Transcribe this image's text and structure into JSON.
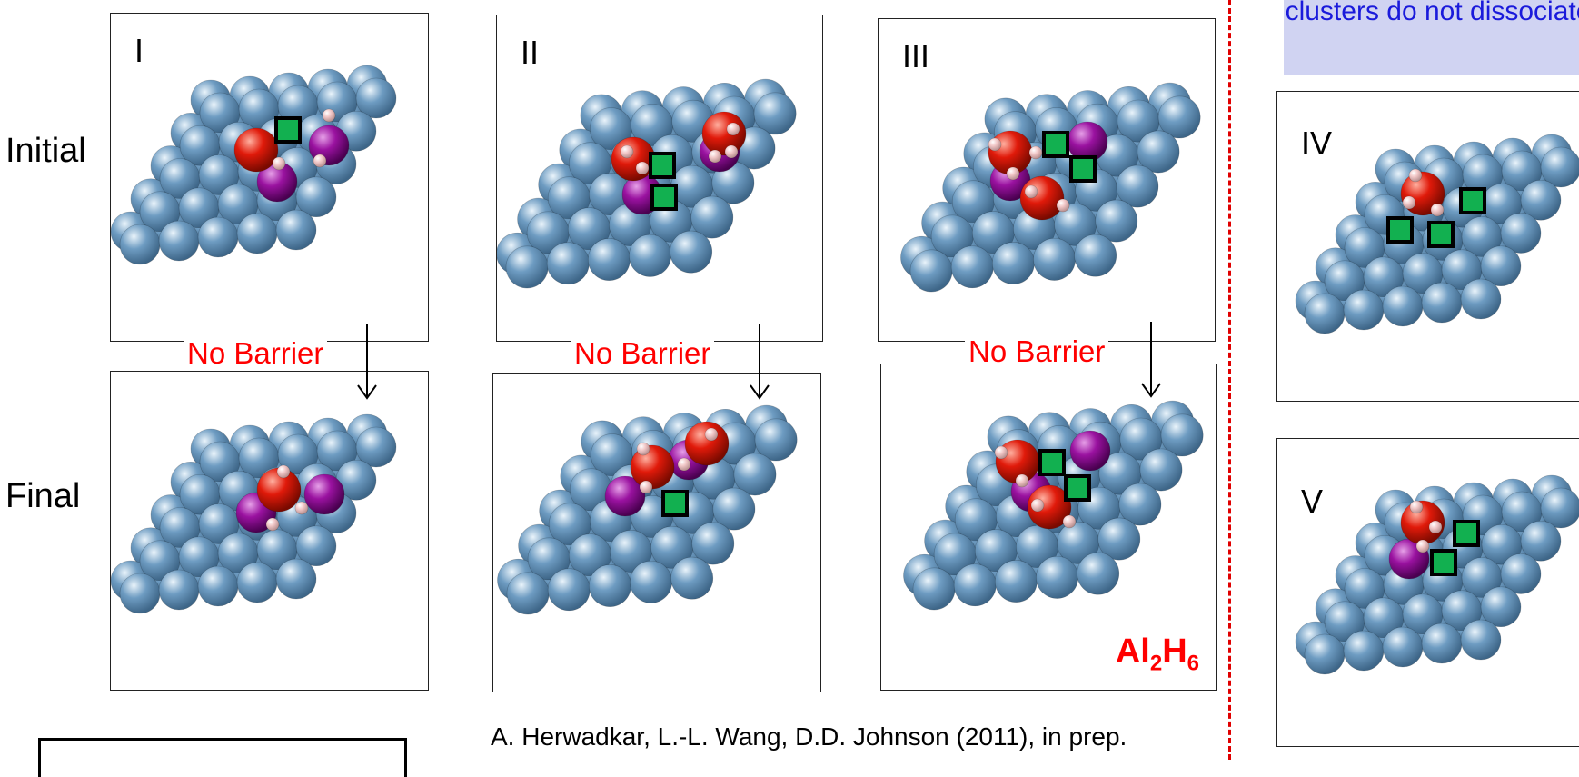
{
  "row_labels": {
    "initial": "Initial",
    "final": "Final"
  },
  "barrier_label": "No Barrier",
  "note_text": "clusters do not dissociate",
  "formula": {
    "al": "Al",
    "al_sub": "2",
    "h": "H",
    "h_sub": "6"
  },
  "citation": "A. Herwadkar, L.-L. Wang, D.D. Johnson (2011),  in prep.",
  "panels": {
    "I_initial": "I",
    "II_initial": "II",
    "III_initial": "III",
    "IV": "IV",
    "V": "V"
  },
  "colors": {
    "substrate_atom": "#6e9cc2",
    "oxygen_atom": "#e01a0a",
    "aluminum_atom": "#9a12a0",
    "hydrogen_atom": "#f2c8c8",
    "vacancy_marker": "#12b050",
    "barrier_text": "#ff0000",
    "note_background": "#d0d3f2",
    "note_text": "#1a1adb",
    "divider": "#e00000"
  }
}
